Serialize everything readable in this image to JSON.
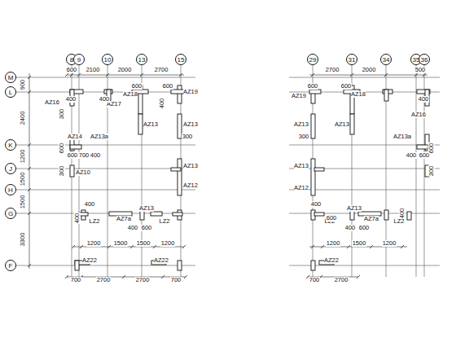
{
  "diagram": {
    "nodes": [
      {
        "text": [
          "8"
        ]
      },
      {
        "text": [
          "9"
        ]
      },
      {
        "text": [
          "10"
        ]
      },
      {
        "text": [
          "13"
        ]
      },
      {
        "text": [
          "15"
        ]
      },
      {
        "text": [
          "29"
        ]
      },
      {
        "text": [
          "31"
        ]
      },
      {
        "text": [
          "34"
        ]
      },
      {
        "text": [
          "35"
        ]
      },
      {
        "text": [
          "36"
        ]
      },
      {
        "text": [
          "M"
        ]
      },
      {
        "text": [
          "L"
        ]
      },
      {
        "text": [
          "K"
        ]
      },
      {
        "text": [
          "J"
        ]
      },
      {
        "text": [
          "H"
        ]
      },
      {
        "text": [
          "G"
        ]
      },
      {
        "text": [
          "F"
        ]
      }
    ],
    "labels": [
      "600",
      "2100",
      "2000",
      "2700",
      "2700",
      "2000",
      "500",
      "900",
      "2400",
      "1200",
      "1500",
      "1500",
      "3300",
      "1200",
      "1500",
      "1500",
      "1200",
      "1200",
      "1500",
      "1200",
      "700",
      "2700",
      "2700",
      "700",
      "700",
      "2700",
      "AZ16",
      "AZ17",
      "AZ18",
      "AZ19",
      "AZ13",
      "AZ13",
      "AZ14",
      "AZ13a",
      "AZ10",
      "AZ13",
      "AZ12",
      "AZ13",
      "AZ7a",
      "LZ2",
      "LZ2",
      "AZ22",
      "AZ22",
      "AZ19",
      "AZ18",
      "AZ16",
      "AZ13",
      "AZ13",
      "AZ13a",
      "AZ13",
      "AZ12",
      "AZ13",
      "AZ7a",
      "LZ2",
      "LZ2",
      "AZ22",
      "400",
      "400",
      "600",
      "600",
      "400",
      "300",
      "300",
      "600",
      "600",
      "700",
      "400",
      "300",
      "400",
      "400",
      "400",
      "600",
      "600",
      "600",
      "400",
      "300",
      "400",
      "600",
      "600",
      "300",
      "400",
      "600",
      "400",
      "400",
      "600"
    ]
  }
}
